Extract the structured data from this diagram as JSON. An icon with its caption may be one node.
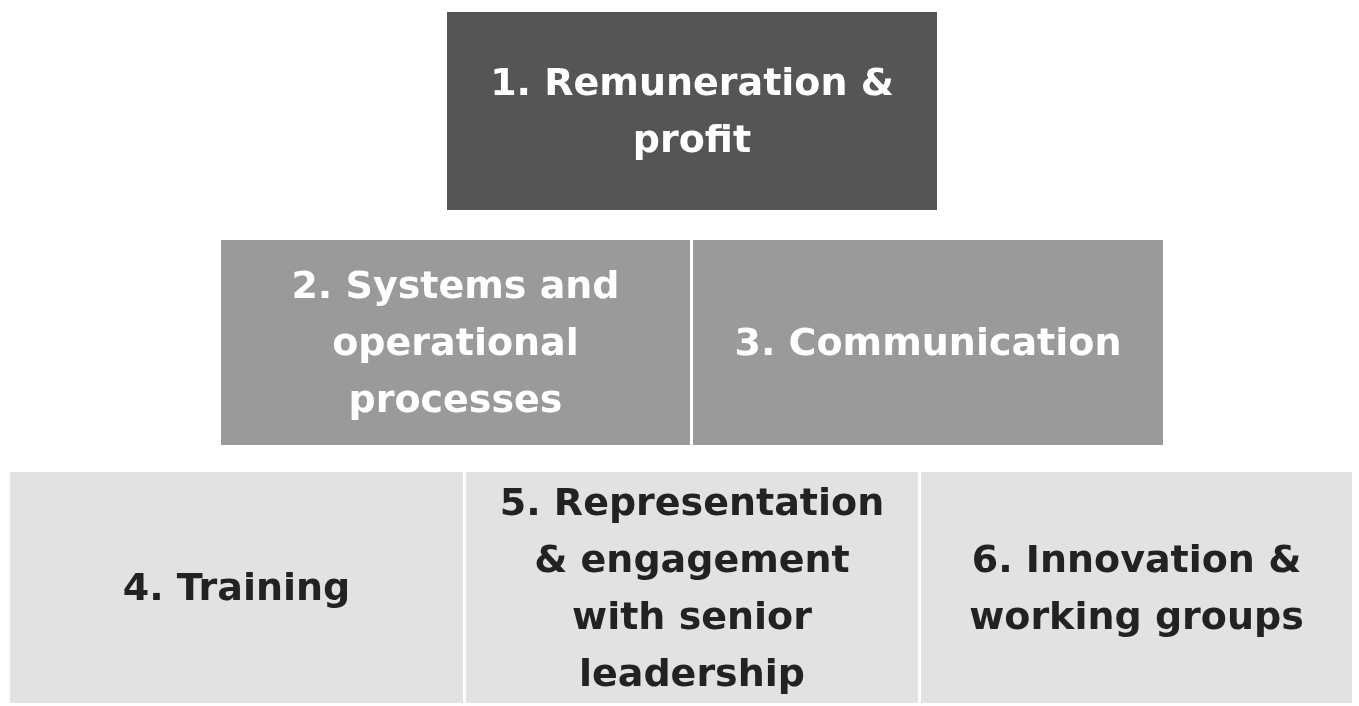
{
  "diagram": {
    "nodes": [
      {
        "text": [
          "1. Remuneration & profit"
        ]
      },
      {
        "text": [
          "2. Systems and operational processes"
        ]
      },
      {
        "text": [
          "3. Communication"
        ]
      },
      {
        "text": [
          "4. Training"
        ]
      },
      {
        "text": [
          "5. Representation & engagement with senior leadership"
        ]
      },
      {
        "text": [
          "6. Innovation & working groups"
        ]
      }
    ]
  }
}
